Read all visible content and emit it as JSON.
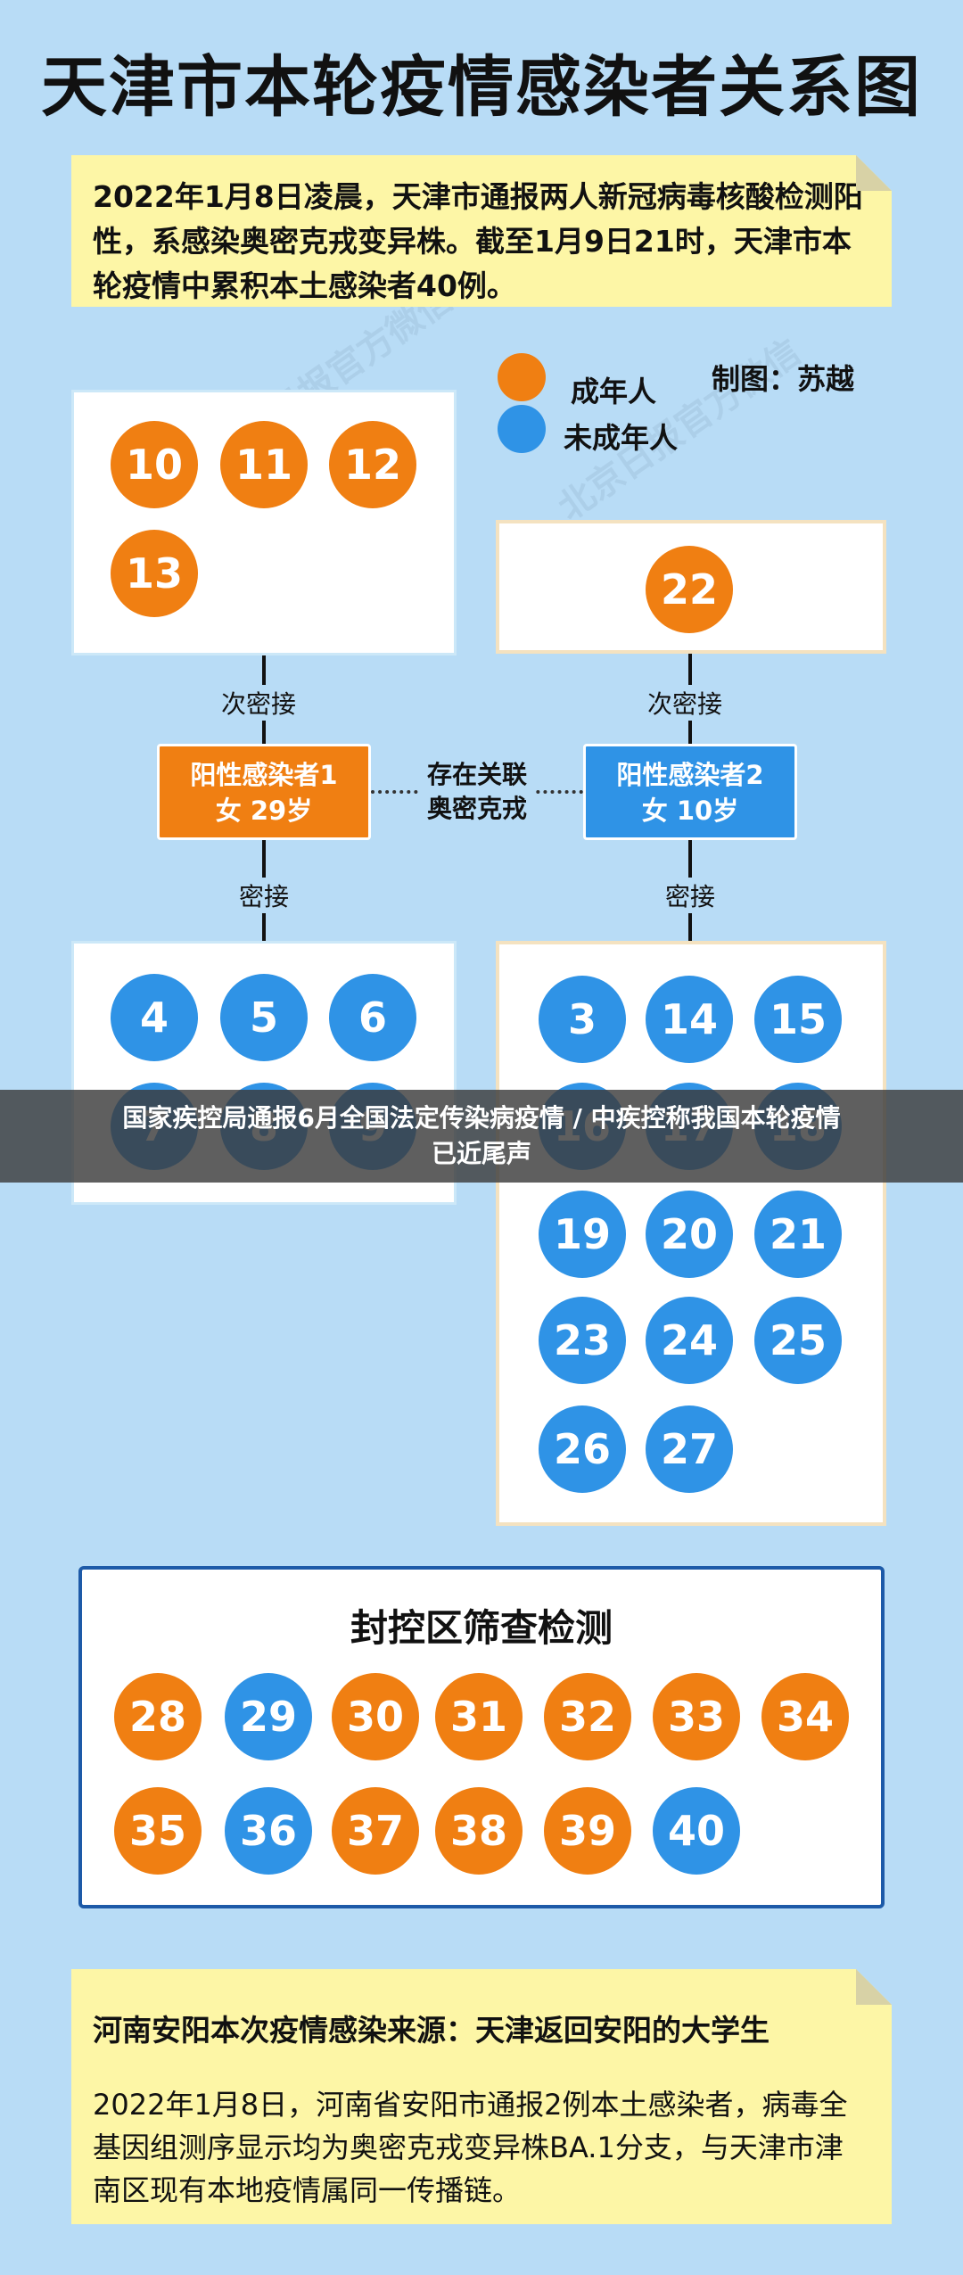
{
  "title": "天津市本轮疫情感染者关系图",
  "intro": "2022年1月8日凌晨，天津市通报两人新冠病毒核酸检测阳性，系感染奥密克戎变异株。截至1月9日21时，天津市本轮疫情中累积本土感染者40例。",
  "legend": {
    "adult": "成年人",
    "minor": "未成年人",
    "credit": "制图：苏越",
    "colors": {
      "adult": "#f07f12",
      "minor": "#2f93e6"
    }
  },
  "case1": {
    "line1": "阳性感染者1",
    "line2": "女 29岁",
    "secondary_label": "次密接",
    "secondary": [
      "10",
      "11",
      "12",
      "13"
    ],
    "close_label": "密接",
    "close": [
      "4",
      "5",
      "6",
      "7",
      "8",
      "9"
    ]
  },
  "case2": {
    "line1": "阳性感染者2",
    "line2": "女 10岁",
    "secondary_label": "次密接",
    "secondary": [
      "22"
    ],
    "close_label": "密接",
    "close": [
      "3",
      "14",
      "15",
      "16",
      "17",
      "18",
      "19",
      "20",
      "21",
      "23",
      "24",
      "25",
      "26",
      "27"
    ]
  },
  "link": {
    "line1": "存在关联",
    "line2": "奥密克戎"
  },
  "banner": {
    "line1": "国家疾控局通报6月全国法定传染病疫情 / 中疾控称我国本轮疫情",
    "line2": "已近尾声"
  },
  "screening": {
    "title": "封控区筛查检测",
    "row1": [
      "28",
      "29",
      "30",
      "31",
      "32",
      "33",
      "34"
    ],
    "row2": [
      "35",
      "36",
      "37",
      "38",
      "39",
      "40"
    ]
  },
  "source": {
    "heading": "河南安阳本次疫情感染来源：天津返回安阳的大学生",
    "body": "2022年1月8日，河南省安阳市通报2例本土感染者，病毒全基因组测序显示均为奥密克戎变异株BA.1分支，与天津市津南区现有本地疫情属同一传播链。"
  }
}
